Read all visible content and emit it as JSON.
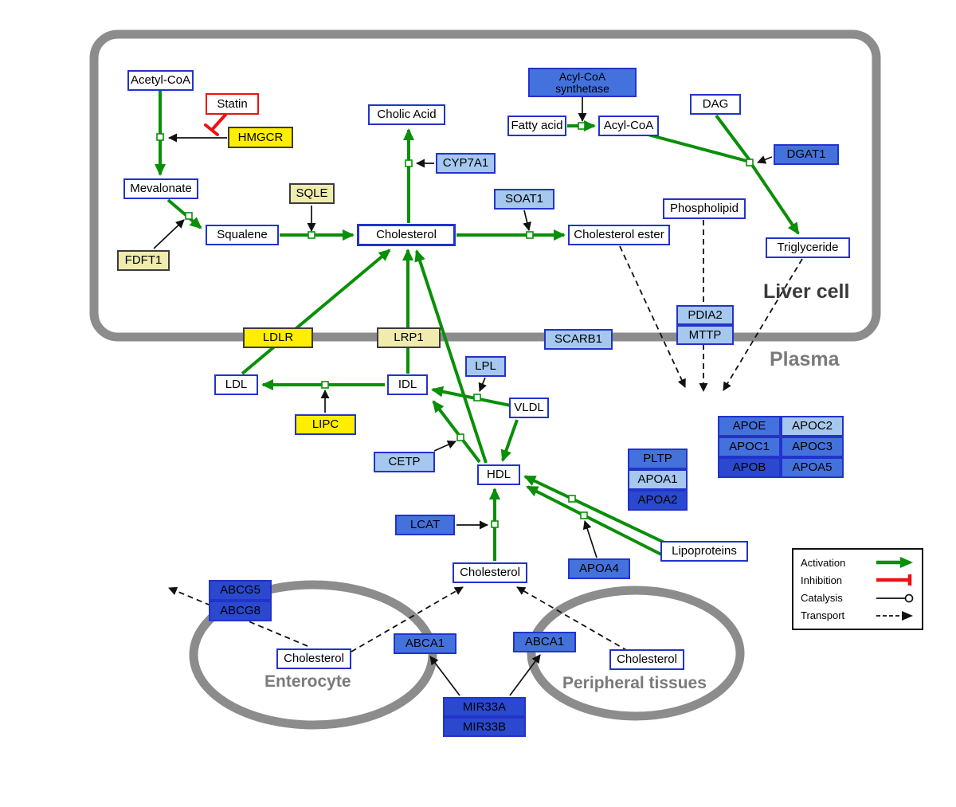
{
  "regions": {
    "liver_label": "Liver cell",
    "plasma_label": "Plasma",
    "enterocyte_label": "Enterocyte",
    "peripheral_label": "Peripheral tissues"
  },
  "legend": {
    "activation": "Activation",
    "inhibition": "Inhibition",
    "catalysis": "Catalysis",
    "transport": "Transport"
  },
  "colors": {
    "activation_green": "#0a8f08",
    "inhibition_red": "#ee1111",
    "metabolite_border_blue": "#2233cc",
    "gene_yellow": "#ffee00",
    "gene_pale_yellow": "#efecae",
    "gene_light_blue": "#a6c8ee",
    "gene_medium_blue": "#4472dd",
    "gene_dark_blue": "#2a49ce",
    "membrane_gray": "#8c8c8c"
  },
  "nodes": {
    "acetyl_coa": {
      "label": "Acetyl-CoA"
    },
    "statin": {
      "label": "Statin"
    },
    "hmgcr": {
      "label": "HMGCR"
    },
    "mevalonate": {
      "label": "Mevalonate"
    },
    "sqle": {
      "label": "SQLE"
    },
    "fdft1": {
      "label": "FDFT1"
    },
    "squalene": {
      "label": "Squalene"
    },
    "cholesterol_liver": {
      "label": "Cholesterol"
    },
    "cholic_acid": {
      "label": "Cholic Acid"
    },
    "cyp7a1": {
      "label": "CYP7A1"
    },
    "soat1": {
      "label": "SOAT1"
    },
    "cholesterol_ester": {
      "label": "Cholesterol ester"
    },
    "acyl_coa_synthetase": {
      "label": "Acyl-CoA synthetase"
    },
    "fatty_acid": {
      "label": "Fatty acid"
    },
    "acyl_coa": {
      "label": "Acyl-CoA"
    },
    "dag": {
      "label": "DAG"
    },
    "dgat1": {
      "label": "DGAT1"
    },
    "phospholipid": {
      "label": "Phospholipid"
    },
    "triglyceride": {
      "label": "Triglyceride"
    },
    "pdia2": {
      "label": "PDIA2"
    },
    "mttp": {
      "label": "MTTP"
    },
    "ldlr": {
      "label": "LDLR"
    },
    "lrp1": {
      "label": "LRP1"
    },
    "scarb1": {
      "label": "SCARB1"
    },
    "ldl": {
      "label": "LDL"
    },
    "idl": {
      "label": "IDL"
    },
    "lpl": {
      "label": "LPL"
    },
    "vldl": {
      "label": "VLDL"
    },
    "lipc": {
      "label": "LIPC"
    },
    "cetp": {
      "label": "CETP"
    },
    "hdl": {
      "label": "HDL"
    },
    "pltp": {
      "label": "PLTP"
    },
    "apoa1": {
      "label": "APOA1"
    },
    "apoa2": {
      "label": "APOA2"
    },
    "lcat": {
      "label": "LCAT"
    },
    "apoa4": {
      "label": "APOA4"
    },
    "lipoproteins": {
      "label": "Lipoproteins"
    },
    "apoe": {
      "label": "APOE"
    },
    "apoc2": {
      "label": "APOC2"
    },
    "apoc1": {
      "label": "APOC1"
    },
    "apoc3": {
      "label": "APOC3"
    },
    "apob": {
      "label": "APOB"
    },
    "apoa5": {
      "label": "APOA5"
    },
    "cholesterol_plasma": {
      "label": "Cholesterol"
    },
    "abcg5": {
      "label": "ABCG5"
    },
    "abcg8": {
      "label": "ABCG8"
    },
    "cholesterol_enterocyte": {
      "label": "Cholesterol"
    },
    "abca1_enterocyte": {
      "label": "ABCA1"
    },
    "abca1_peripheral": {
      "label": "ABCA1"
    },
    "cholesterol_peripheral": {
      "label": "Cholesterol"
    },
    "mir33a": {
      "label": "MIR33A"
    },
    "mir33b": {
      "label": "MIR33B"
    }
  }
}
